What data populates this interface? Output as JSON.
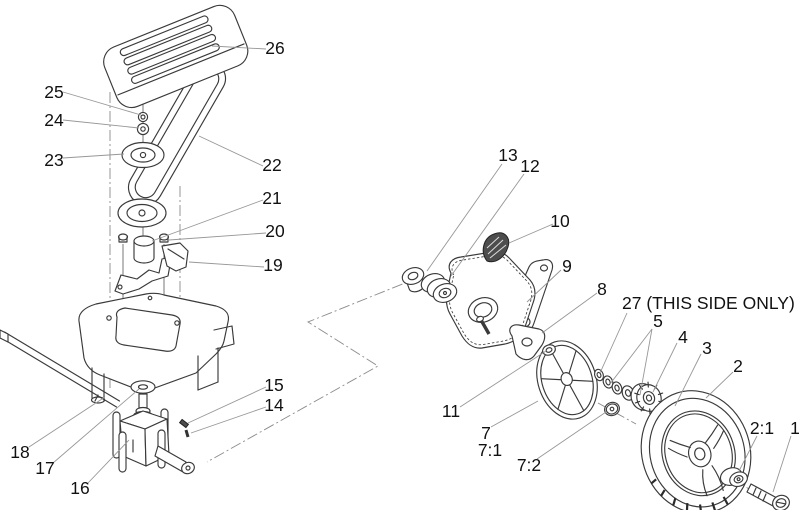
{
  "diagram": {
    "kind": "exploded-parts-diagram",
    "background_color": "#ffffff",
    "line_color": "#3a3a3a",
    "leader_color": "#979797",
    "label_color": "#111111"
  },
  "callouts": [
    {
      "label": "1",
      "part": "wheel-bolt"
    },
    {
      "label": "2",
      "part": "wheel"
    },
    {
      "label": "2:1",
      "part": "wheel-flange-nut"
    },
    {
      "label": "3",
      "part": "retaining-ring"
    },
    {
      "label": "4",
      "part": "pinion-gear"
    },
    {
      "label": "5",
      "part": "thrust-washers"
    },
    {
      "label": "7",
      "part": "wheel-dust-cover"
    },
    {
      "label": "7:1",
      "part": "wheel-dust-cover-sub"
    },
    {
      "label": "7:2",
      "part": "hub-cap"
    },
    {
      "label": "8",
      "part": "shift-plate"
    },
    {
      "label": "9",
      "part": "support-bracket-arm"
    },
    {
      "label": "10",
      "part": "ratchet-pawl"
    },
    {
      "label": "11",
      "part": "spacer-washer"
    },
    {
      "label": "12",
      "part": "gear-cover-plate"
    },
    {
      "label": "13",
      "part": "flanged-bushing"
    },
    {
      "label": "14",
      "part": "roll-pin"
    },
    {
      "label": "15",
      "part": "shaft-key"
    },
    {
      "label": "16",
      "part": "gearbox"
    },
    {
      "label": "17",
      "part": "flat-washer"
    },
    {
      "label": "18",
      "part": "axle-shaft"
    },
    {
      "label": "19",
      "part": "belt-keeper-bracket"
    },
    {
      "label": "20",
      "part": "mounting-bolt"
    },
    {
      "label": "21",
      "part": "spacer"
    },
    {
      "label": "22",
      "part": "drive-belt"
    },
    {
      "label": "23",
      "part": "upper-pulley"
    },
    {
      "label": "24",
      "part": "washer"
    },
    {
      "label": "25",
      "part": "lock-nut"
    },
    {
      "label": "26",
      "part": "belt-cover"
    },
    {
      "label": "27 (THIS SIDE ONLY)",
      "part": "e-ring"
    }
  ]
}
